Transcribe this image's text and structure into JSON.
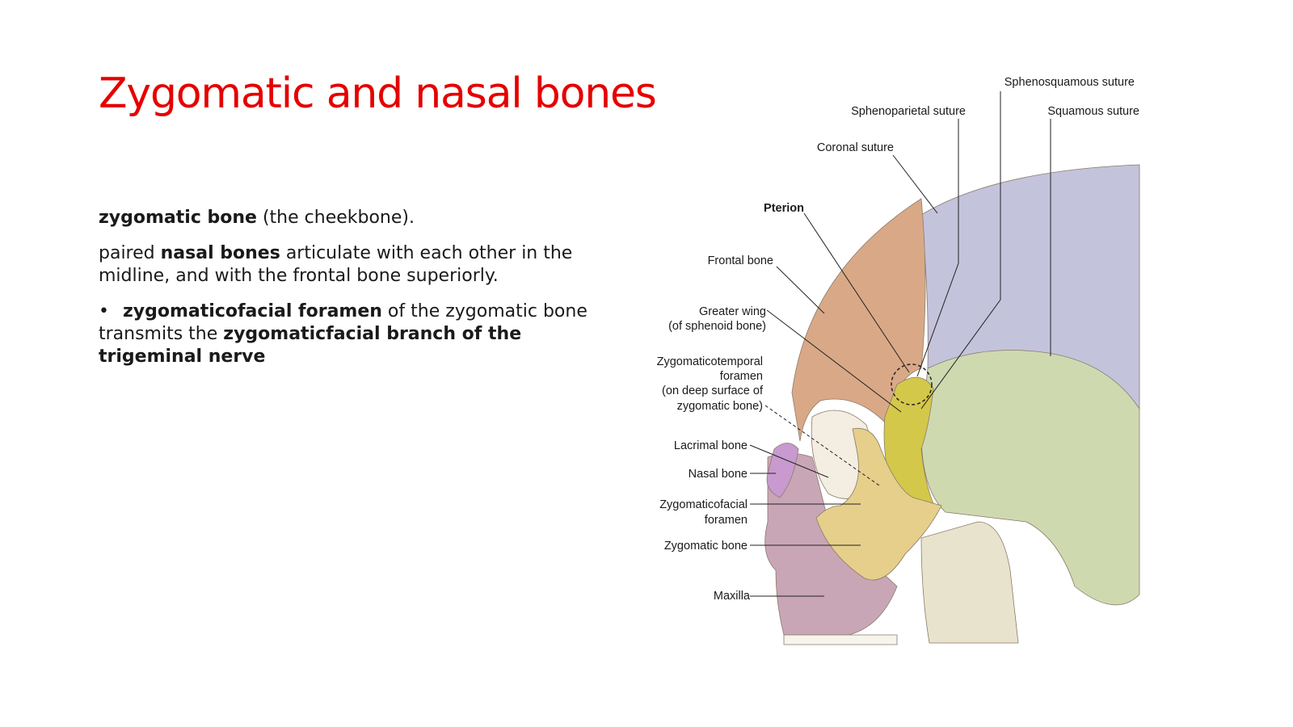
{
  "slide": {
    "title": "Zygomatic and nasal bones",
    "para1": {
      "bold": "zygomatic bone",
      "rest": " (the cheekbone)."
    },
    "para2": {
      "pre": "paired ",
      "bold": "nasal bones",
      "rest": " articulate with each other in the midline, and with the frontal bone superiorly."
    },
    "bullet": {
      "marker": "•",
      "bold1": "zygomaticofacial foramen",
      "mid": " of the zygomatic bone transmits the ",
      "bold2": "zygomaticfacial branch of the trigeminal nerve"
    }
  },
  "figure": {
    "labels": {
      "sphenosquamous": "Sphenosquamous suture",
      "sphenoparietal": "Sphenoparietal suture",
      "squamous": "Squamous suture",
      "coronal": "Coronal suture",
      "pterion": "Pterion",
      "frontal": "Frontal bone",
      "greater_wing_1": "Greater wing",
      "greater_wing_2": "(of sphenoid bone)",
      "zt_1": "Zygomaticotemporal",
      "zt_2": "foramen",
      "zt_3": "(on deep surface of",
      "zt_4": "zygomatic bone)",
      "lacrimal": "Lacrimal bone",
      "nasal": "Nasal bone",
      "zf_1": "Zygomaticofacial",
      "zf_2": "foramen",
      "zygomatic": "Zygomatic bone",
      "maxilla": "Maxilla"
    },
    "colors": {
      "frontal": "#d9a987",
      "parietal": "#c4c3dc",
      "temporal": "#cfd9b0",
      "sphenoid": "#d4c84a",
      "zygomatic": "#e6cf8a",
      "maxilla": "#c9a6b6",
      "nasal": "#c89ad0",
      "mandible": "#e8e3cc"
    }
  }
}
